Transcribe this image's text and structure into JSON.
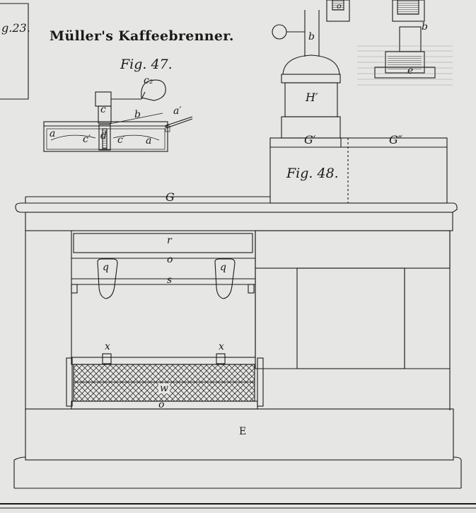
{
  "plate": {
    "fig_ref": "g.23.",
    "title": "Müller's Kaffeebrenner.",
    "fig47_caption": "Fig. 47.",
    "fig48_caption": "Fig. 48."
  },
  "fig47_labels": {
    "c2": "c₂",
    "c": "c",
    "b": "b",
    "a_prime": "a′",
    "a_left": "a",
    "c1_left": "c′",
    "d": "d",
    "c1_right": "c′",
    "a_right": "a",
    "c_small": "c"
  },
  "fig48_labels": {
    "b_upper_left": "b",
    "b_inset": "b",
    "e_inset": "e",
    "o_inset": "o",
    "h_prime": "H′",
    "g_prime": "G′",
    "g_double_prime": "G″",
    "g_table": "G",
    "r": "r",
    "o_top": "o",
    "q_left": "q",
    "q_right": "q",
    "s": "s",
    "x_left": "x",
    "x_right": "x",
    "w": "w",
    "o_bottom": "o",
    "e_base": "E"
  },
  "colors": {
    "paper": "#e6e6e4",
    "ink": "#1a1a1a",
    "hatch": "#3a3a3a"
  }
}
